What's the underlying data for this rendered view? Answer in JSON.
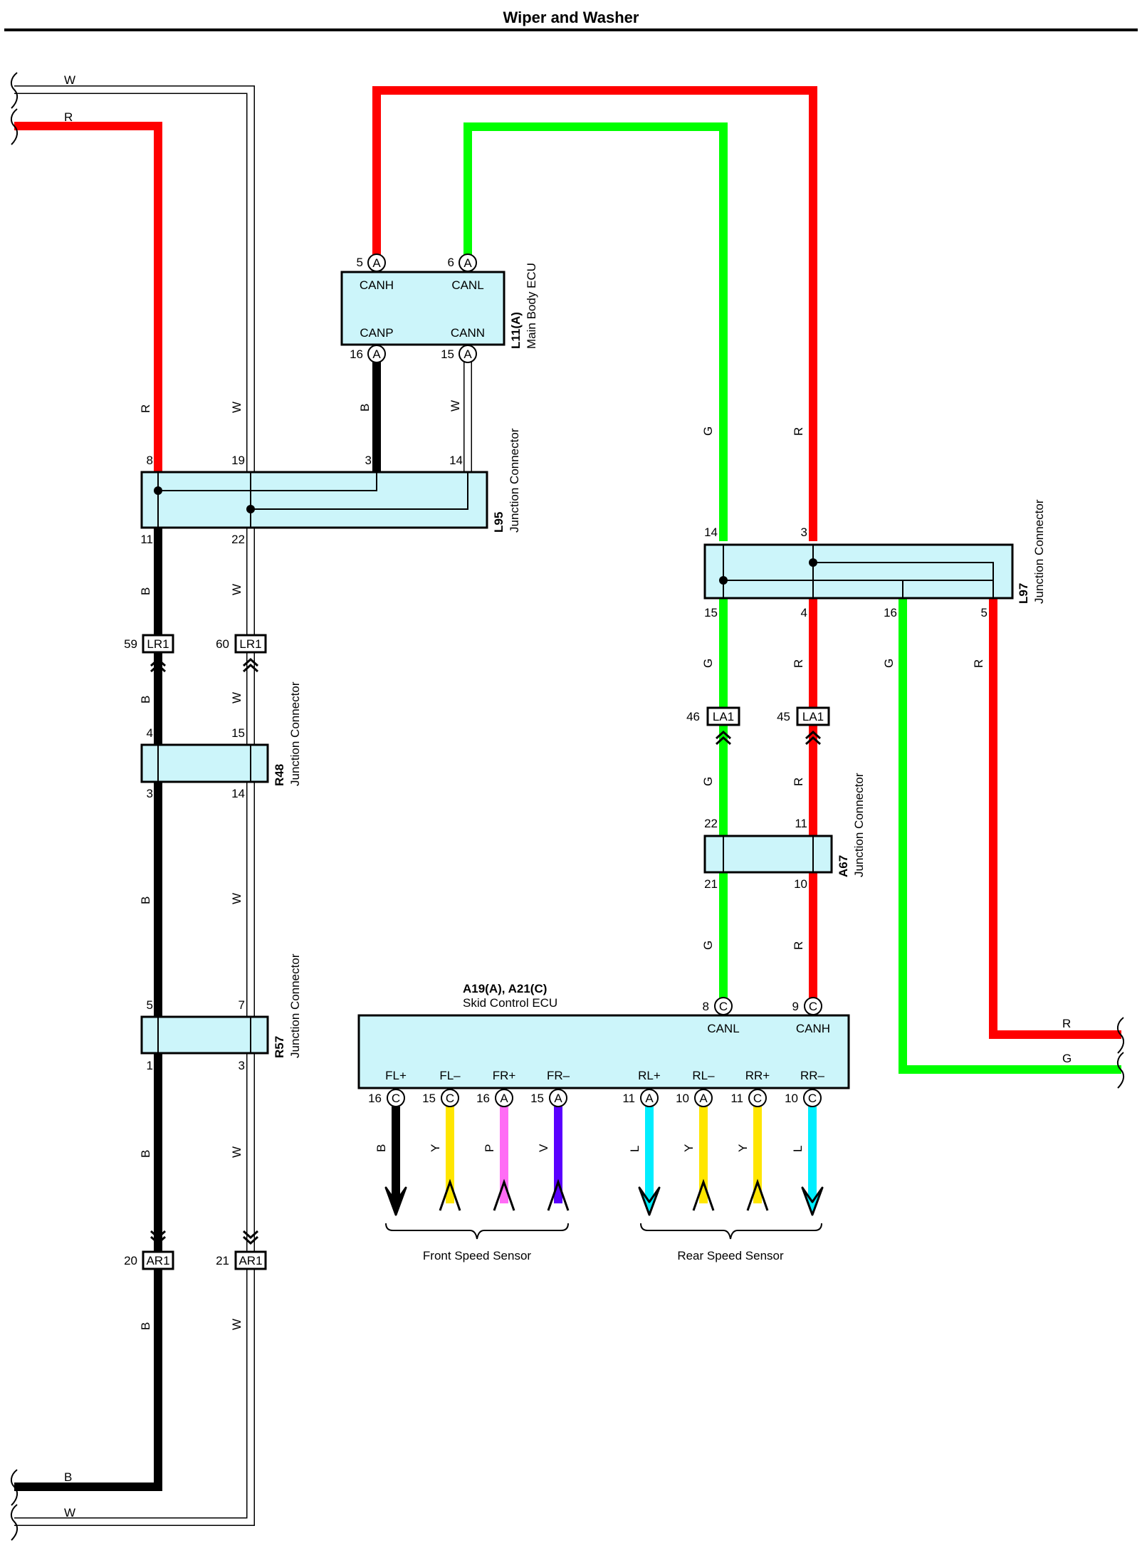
{
  "title": "Wiper and Washer",
  "colors": {
    "R": "#ff0000",
    "G": "#00ff00",
    "B": "#000000",
    "W": "#ffffff",
    "Y": "#ffe600",
    "P": "#ff6cf5",
    "V": "#5a00ff",
    "L": "#00eeff",
    "box_fill": "#ccf5fa"
  },
  "wire_labels": {
    "W": "W",
    "R": "R",
    "B": "B",
    "G": "G",
    "Y": "Y",
    "P": "P",
    "V": "V",
    "L": "L"
  },
  "main_body_ecu": {
    "code": "L11(A)",
    "name": "Main Body ECU",
    "pin_tl": "5",
    "pin_tr": "6",
    "pin_bl": "16",
    "pin_br": "15",
    "label_tl": "CANH",
    "label_tr": "CANL",
    "label_bl": "CANP",
    "label_br": "CANN",
    "connector": "A"
  },
  "l95": {
    "code": "L95",
    "name": "Junction Connector",
    "pins_top": [
      "8",
      "19",
      "3",
      "14"
    ],
    "pins_bottom": [
      "11",
      "22"
    ]
  },
  "l97": {
    "code": "L97",
    "name": "Junction Connector",
    "pins_top": [
      "14",
      "3"
    ],
    "pins_bottom": [
      "15",
      "4",
      "16",
      "5"
    ]
  },
  "r48": {
    "code": "R48",
    "name": "Junction Connector",
    "pins_top": [
      "4",
      "15"
    ],
    "pins_bottom": [
      "3",
      "14"
    ]
  },
  "r57": {
    "code": "R57",
    "name": "Junction Connector",
    "pins_top": [
      "5",
      "7"
    ],
    "pins_bottom": [
      "1",
      "3"
    ]
  },
  "a67": {
    "code": "A67",
    "name": "Junction Connector",
    "pins_top": [
      "22",
      "11"
    ],
    "pins_bottom": [
      "21",
      "10"
    ]
  },
  "lr1": {
    "name": "LR1",
    "pins": [
      "59",
      "60"
    ]
  },
  "ar1": {
    "name": "AR1",
    "pins": [
      "20",
      "21"
    ]
  },
  "la1": {
    "name": "LA1",
    "pins": [
      "46",
      "45"
    ]
  },
  "skid_ecu": {
    "code": "A19(A), A21(C)",
    "name": "Skid Control ECU",
    "top_pins": [
      {
        "num": "8",
        "conn": "C",
        "label": "CANL"
      },
      {
        "num": "9",
        "conn": "C",
        "label": "CANH"
      }
    ],
    "bottom_pins": [
      {
        "num": "16",
        "conn": "C",
        "label": "FL+",
        "wire": "B"
      },
      {
        "num": "15",
        "conn": "C",
        "label": "FL–",
        "wire": "Y"
      },
      {
        "num": "16",
        "conn": "A",
        "label": "FR+",
        "wire": "P"
      },
      {
        "num": "15",
        "conn": "A",
        "label": "FR–",
        "wire": "V"
      },
      {
        "num": "11",
        "conn": "A",
        "label": "RL+",
        "wire": "L"
      },
      {
        "num": "10",
        "conn": "A",
        "label": "RL–",
        "wire": "Y"
      },
      {
        "num": "11",
        "conn": "C",
        "label": "RR+",
        "wire": "Y"
      },
      {
        "num": "10",
        "conn": "C",
        "label": "RR–",
        "wire": "L"
      }
    ]
  },
  "front_sensor": "Front Speed Sensor",
  "rear_sensor": "Rear Speed Sensor"
}
